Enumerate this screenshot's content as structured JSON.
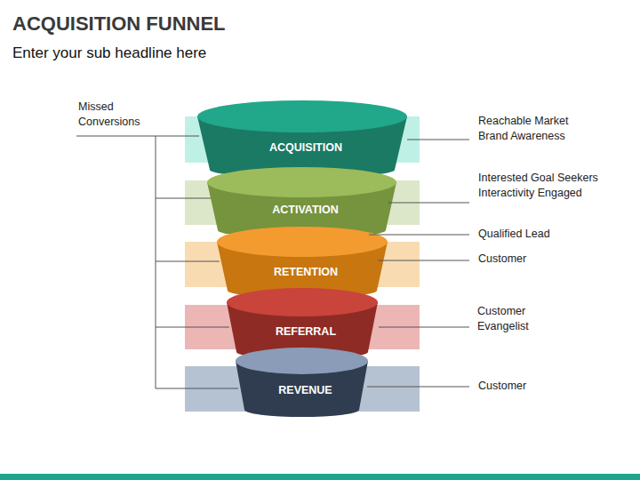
{
  "diagram": {
    "title": "ACQUISITION FUNNEL",
    "nodes": [
      {
        "text": [
          "ACQUISITION"
        ]
      },
      {
        "text": [
          "ACTIVATION"
        ]
      },
      {
        "text": [
          "RETENTION"
        ]
      },
      {
        "text": [
          "REFERRAL"
        ]
      },
      {
        "text": [
          "REVENUE"
        ]
      }
    ],
    "labels": [
      "Enter your sub headline here",
      "Missed Conversions",
      "Reachable Market Brand Awareness",
      "Interested Goal Seekers Interactivity Engaged",
      "Qualified Lead",
      "Customer",
      "Customer Evangelist",
      "Customer"
    ]
  }
}
